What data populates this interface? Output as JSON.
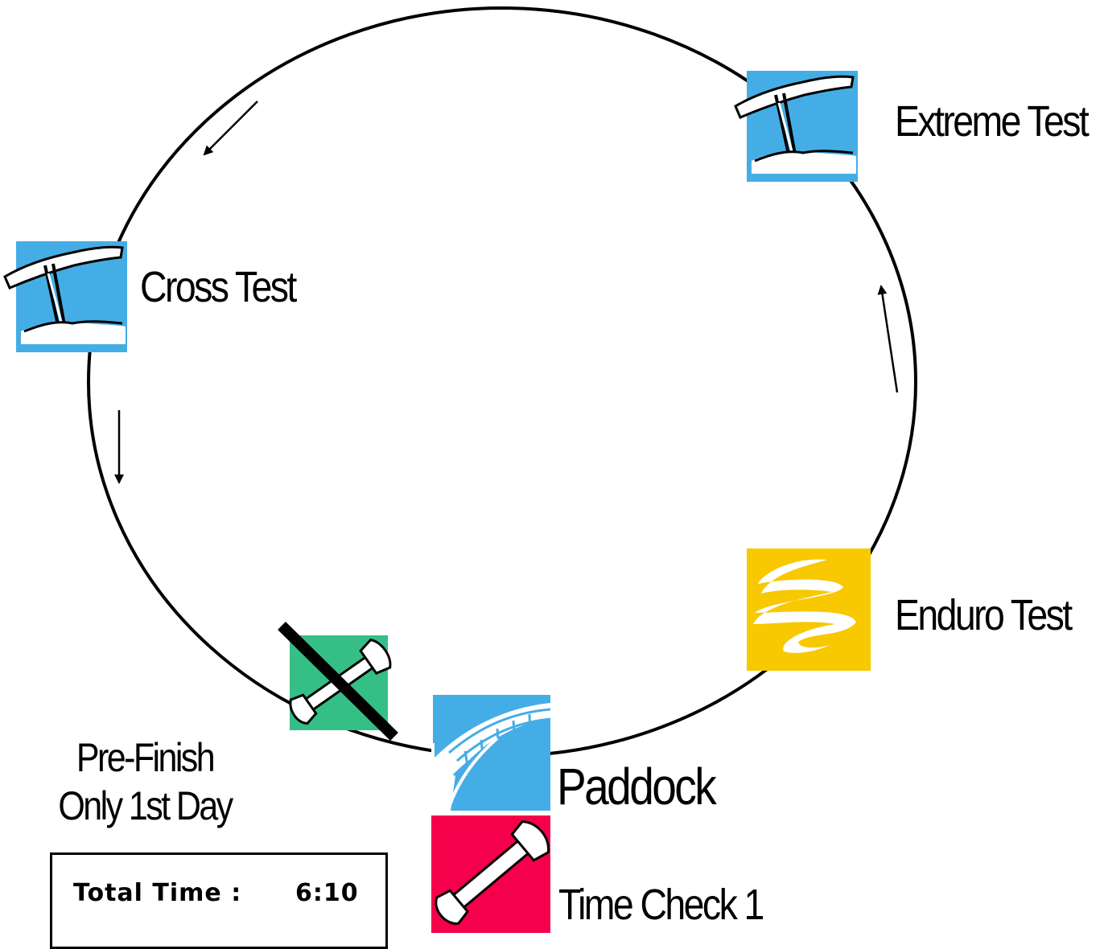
{
  "stations": {
    "extreme_test": {
      "label": "Extreme Test",
      "icon": "signpost-icon",
      "color": "#45ADE5"
    },
    "cross_test": {
      "label": "Cross Test",
      "icon": "signpost-icon",
      "color": "#45ADE5"
    },
    "enduro_test": {
      "label": "Enduro Test",
      "icon": "winding-road-icon",
      "color": "#F8C800"
    },
    "paddock": {
      "label": "Paddock",
      "icon": "finish-net-icon",
      "color": "#45ADE5"
    },
    "time_check_1": {
      "label": "Time Check 1",
      "icon": "wrench-icon",
      "color": "#F5004A"
    },
    "pre_finish": {
      "line1": "Pre-Finish",
      "line2": "Only 1st Day",
      "icon": "crossed-wrench-icon",
      "color": "#35BF86"
    }
  },
  "total_time": {
    "label": "Total Time :",
    "value": "6:10"
  }
}
